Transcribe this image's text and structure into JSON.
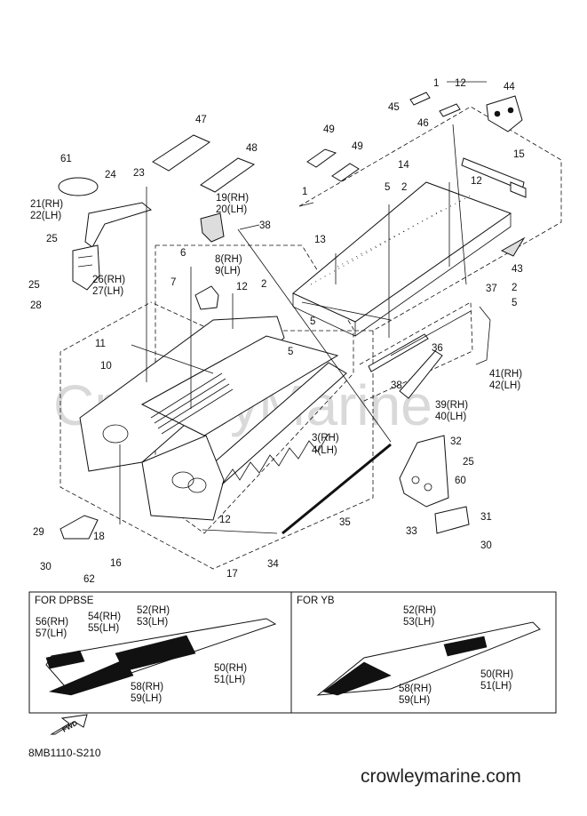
{
  "labels": {
    "l1a": "1",
    "l12a": "12",
    "l44": "44",
    "l45": "45",
    "l46": "46",
    "l47": "47",
    "l48": "48",
    "l49a": "49",
    "l49b": "49",
    "l61": "61",
    "l24": "24",
    "l23": "23",
    "l21": "21(RH)",
    "l22": "22(LH)",
    "l19": "19(RH)",
    "l20": "20(LH)",
    "l38a": "38",
    "l1b": "1",
    "l14": "14",
    "l5a": "5",
    "l2a": "2",
    "l15": "15",
    "l12b": "12",
    "l13": "13",
    "l43": "43",
    "l25a": "25",
    "l6": "6",
    "l8": "8(RH)",
    "l9": "9(LH)",
    "l7": "7",
    "l12c": "12",
    "l2b": "2",
    "l26": "26(RH)",
    "l27": "27(LH)",
    "l25b": "25",
    "l28": "28",
    "l37": "37",
    "l2c": "2",
    "l5b": "5",
    "l5c": "5",
    "l11": "11",
    "l10": "10",
    "l5d": "5",
    "l36": "36",
    "l41": "41(RH)",
    "l42": "42(LH)",
    "l38b": "38",
    "l39": "39(RH)",
    "l40": "40(LH)",
    "l3": "3(RH)",
    "l4": "4(LH)",
    "l32": "32",
    "l25c": "25",
    "l60": "60",
    "l35": "35",
    "l31": "31",
    "l33": "33",
    "l30a": "30",
    "l12d": "12",
    "l29": "29",
    "l18": "18",
    "l16": "16",
    "l30b": "30",
    "l62": "62",
    "l17": "17",
    "l34": "34"
  },
  "boxes": {
    "left_title": "FOR DPBSE",
    "right_title": "FOR YB",
    "left": {
      "l52": "52(RH)",
      "l53": "53(LH)",
      "l54": "54(RH)",
      "l55": "55(LH)",
      "l56": "56(RH)",
      "l57": "57(LH)",
      "l50": "50(RH)",
      "l51": "51(LH)",
      "l58": "58(RH)",
      "l59": "59(LH)"
    },
    "right": {
      "l52": "52(RH)",
      "l53": "53(LH)",
      "l50": "50(RH)",
      "l51": "51(LH)",
      "l58": "58(RH)",
      "l59": "59(LH)"
    }
  },
  "fwd_label": "FWD",
  "diagram_code": "8MB1110-S210",
  "brand": "crowleymarine.com",
  "watermark": "CrowleyMarine",
  "icons": [
    "fwd-arrow-icon"
  ]
}
